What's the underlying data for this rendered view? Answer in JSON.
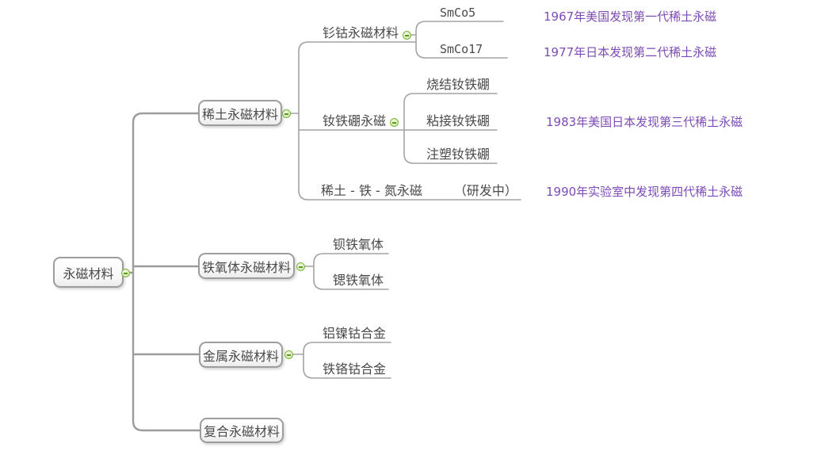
{
  "diagram_type": "mindmap",
  "colors": {
    "background": "#ffffff",
    "connector_line": "#a3a3a3",
    "node_border": "#9d9d9d",
    "node_text": "#4a4a4a",
    "annotation_text": "#7d4bb5",
    "collapse_icon_green": "#7cb342"
  },
  "root": {
    "label": "永磁材料"
  },
  "branches": {
    "rare_earth": {
      "label": "稀土永磁材料",
      "smco": {
        "label": "钐钴永磁材料",
        "children": {
          "smco5": "SmCo5",
          "smco17": "SmCo17"
        }
      },
      "ndfeb": {
        "label": "钕铁硼永磁",
        "children": {
          "sintered": "烧结钕铁硼",
          "bonded": "粘接钕铁硼",
          "injection": "注塑钕铁硼"
        }
      },
      "re_fe_n": {
        "label": "稀土 - 铁 - 氮永磁",
        "status": "（研发中）"
      }
    },
    "ferrite": {
      "label": "铁氧体永磁材料",
      "children": {
        "barium": "钡铁氧体",
        "strontium": "锶铁氧体"
      }
    },
    "metal": {
      "label": "金属永磁材料",
      "children": {
        "alnico": "铝镍钴合金",
        "fecrco": "铁铬钴合金"
      }
    },
    "composite": {
      "label": "复合永磁材料"
    }
  },
  "annotations": {
    "gen1": "1967年美国发现第一代稀土永磁",
    "gen2": "1977年日本发现第二代稀土永磁",
    "gen3": "1983年美国日本发现第三代稀土永磁",
    "gen4": "1990年实验室中发现第四代稀土永磁"
  }
}
